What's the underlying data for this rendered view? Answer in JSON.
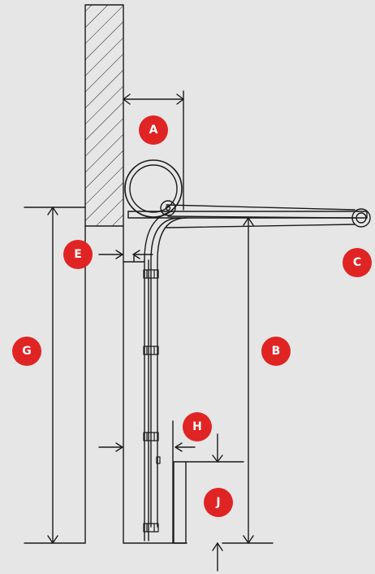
{
  "colors": {
    "background": "#e6e6e6",
    "line": "#1a1a1a",
    "marker": "#e02424",
    "marker_text": "#ffffff"
  },
  "markers": {
    "a": "A",
    "b": "B",
    "c": "C",
    "e": "E",
    "g": "G",
    "h": "H",
    "j": "J"
  }
}
